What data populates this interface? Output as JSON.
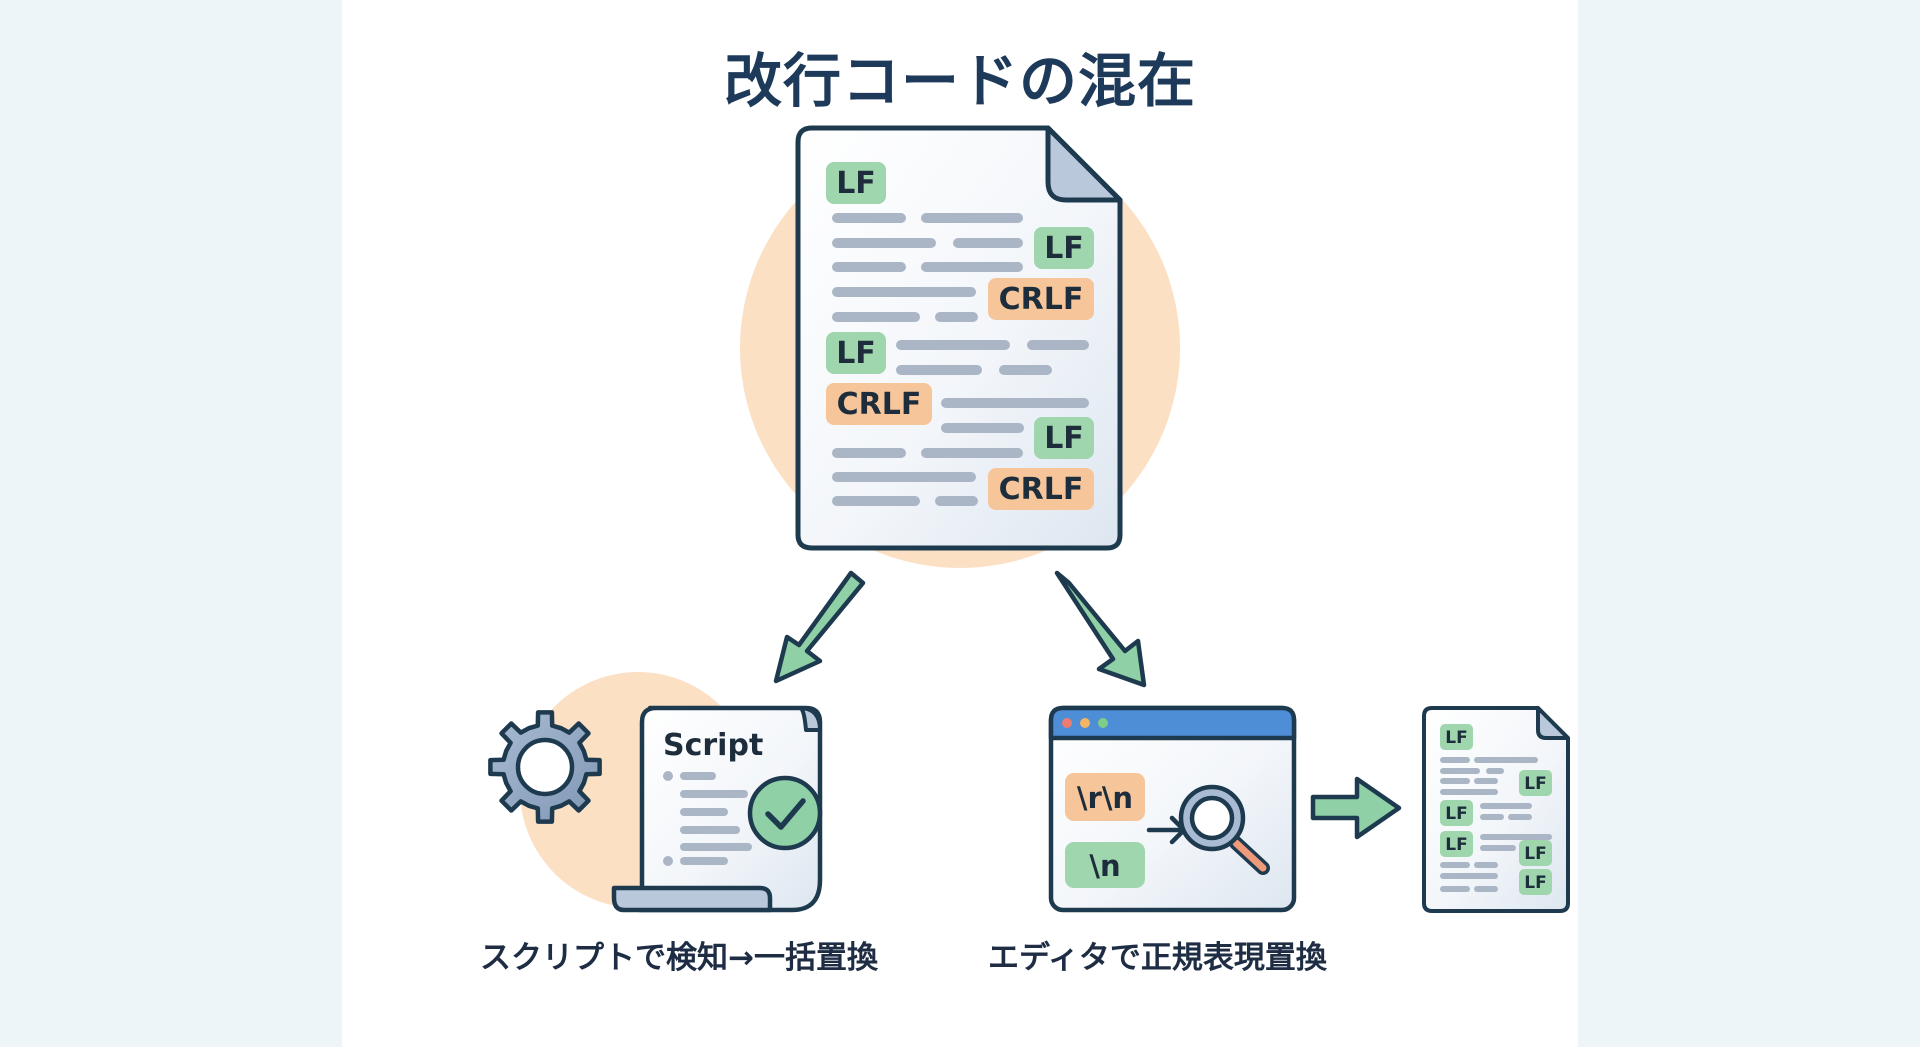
{
  "title": "改行コードの混在",
  "colors": {
    "outline": "#1e3a4f",
    "lf_tag": "#9fd6ad",
    "crlf_tag": "#f7c59a",
    "peach_circle": "#fbe0c4",
    "line_gray": "#aab6c6",
    "arrow_green": "#8fd0a6",
    "titlebar_blue": "#4d8ed6"
  },
  "mixed_file": {
    "tags": [
      {
        "label": "LF",
        "type": "lf"
      },
      {
        "label": "LF",
        "type": "lf"
      },
      {
        "label": "CRLF",
        "type": "crlf"
      },
      {
        "label": "LF",
        "type": "lf"
      },
      {
        "label": "CRLF",
        "type": "crlf"
      },
      {
        "label": "LF",
        "type": "lf"
      },
      {
        "label": "CRLF",
        "type": "crlf"
      }
    ]
  },
  "script_method": {
    "doc_label": "Script",
    "caption": "スクリプトで検知→一括置換"
  },
  "editor_method": {
    "search_pattern": "\\r\\n",
    "replace_pattern": "\\n",
    "caption": "エディタで正規表現置換"
  },
  "result_file": {
    "tags": [
      {
        "label": "LF",
        "type": "lf"
      },
      {
        "label": "LF",
        "type": "lf"
      },
      {
        "label": "LF",
        "type": "lf"
      },
      {
        "label": "LF",
        "type": "lf"
      },
      {
        "label": "LF",
        "type": "lf"
      },
      {
        "label": "LF",
        "type": "lf"
      }
    ]
  }
}
